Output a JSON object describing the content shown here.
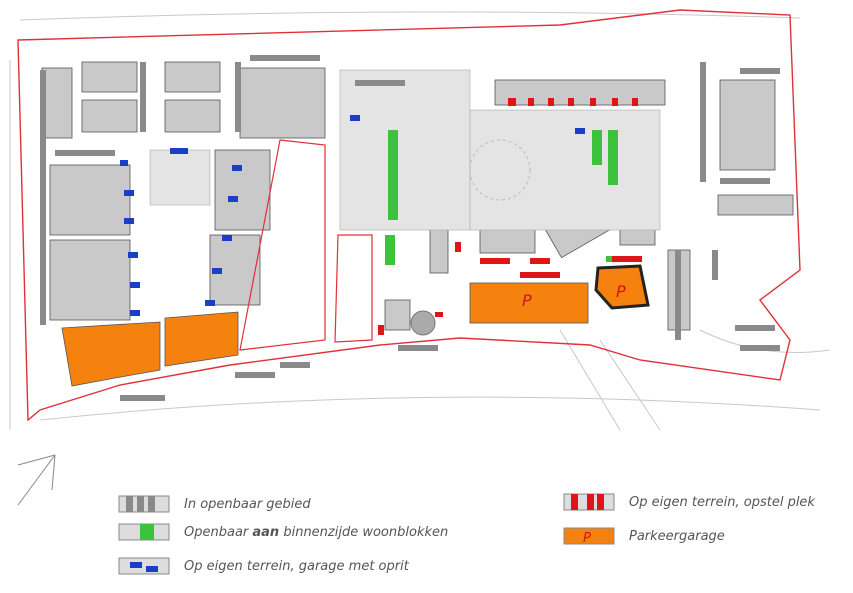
{
  "map": {
    "garage_label": "P",
    "colors": {
      "outline": "#e0303a",
      "garage": "#f5820f",
      "public": "#8a8a8a",
      "courtyard": "#3cc23c",
      "driveway": "#1a3fc4",
      "private_spot": "#e01515",
      "building": "#c9c9c9",
      "ground": "#dcdcdc"
    }
  },
  "legend": {
    "items": [
      {
        "key": "public",
        "label": "In openbaar gebied"
      },
      {
        "key": "courtyard",
        "label_pre": "Openbaar ",
        "label_bold": "aan",
        "label_post": " binnenzijde woonblokken"
      },
      {
        "key": "driveway",
        "label": "Op eigen terrein, garage met oprit"
      },
      {
        "key": "private_spot",
        "label": "Op eigen terrein, opstel plek"
      },
      {
        "key": "garage",
        "label": "Parkeergarage",
        "symbol": "P"
      }
    ]
  }
}
